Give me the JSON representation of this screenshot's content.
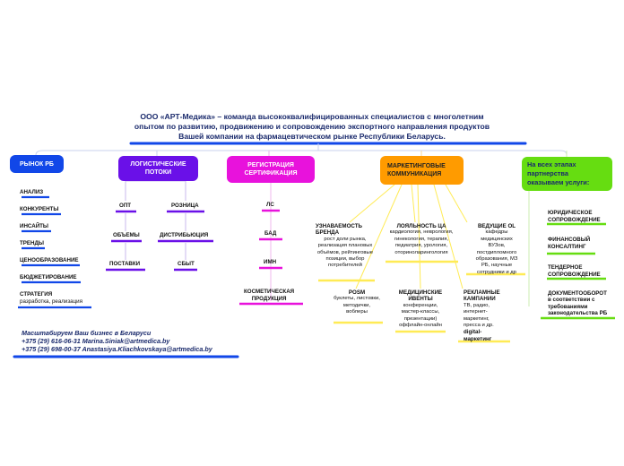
{
  "header": {
    "line1": "ООО «АРТ-Медика» – команда высококвалифицированных специалистов  с многолетним",
    "line2": "опытом по развитию, продвижению и сопровождению экспортного направления продуктов",
    "line3": "Вашей компании на фармацевтическом рынке Республики Беларусь."
  },
  "colors": {
    "blue": "#1147e8",
    "purple": "#6a10e8",
    "magenta": "#e812dc",
    "orange": "#ff9b00",
    "green": "#66dd11",
    "yellow": "#ffeb55"
  },
  "branches": {
    "market": {
      "title": "РЫНОК РБ",
      "items": [
        "АНАЛИЗ",
        "КОНКУРЕНТЫ",
        "ИНСАЙТЫ",
        "ТРЕНДЫ",
        "ЦЕНООБРАЗОВАНИЕ",
        "БЮДЖЕТИРОВАНИЕ"
      ],
      "strategy": {
        "title": "СТРАТЕГИЯ",
        "sub": "разработка, реализация"
      }
    },
    "logistics": {
      "title_line1": "ЛОГИСТИЧЕСКИЕ",
      "title_line2": "ПОТОКИ",
      "opt": "ОПТ",
      "opt_child": "ОБЪЕМЫ",
      "opt_grandchild": "ПОСТАВКИ",
      "retail": "РОЗНИЦА",
      "retail_child": "ДИСТРИБЬЮЦИЯ",
      "retail_grandchild": "СБЫТ"
    },
    "registration": {
      "title_line1": "РЕГИСТРАЦИЯ",
      "title_line2": "СЕРТИФИКАЦИЯ",
      "items": [
        "ЛС",
        "БАД",
        "ИМН"
      ],
      "last_line1": "КОСМЕТИЧЕСКАЯ",
      "last_line2": "ПРОДУКЦИЯ"
    },
    "marketing": {
      "title_line1": "МАРКЕТИНГОВЫЕ",
      "title_line2": "КОММУНИКАЦИЯ",
      "brand": {
        "title": "УЗНАВАЕМОСТЬ БРЕНДА",
        "body": "рост доли рынка, реализация плановых объёмов, рейтинговые позиции, выбор потребителей"
      },
      "loyalty": {
        "title": "ЛОЯЛЬНОСТЬ ЦА",
        "body": "кардиология, неврология, гинекология, терапия, педиатрия, урология, оториноларингология"
      },
      "kol": {
        "title": "ВЕДУЩИЕ OL",
        "body": "кафедры медицинских ВУЗов, постдипломного образования, МЗ РБ, научные сотрудники и др"
      },
      "posm": {
        "title": "POSM",
        "body": "буклеты, листовки, методички, воблеры"
      },
      "events": {
        "title": "МЕДИЦИНСКИЕ ИВЕНТЫ",
        "body": "конференции, мастер-классы, презентации) оффлайн-онлайн"
      },
      "ads": {
        "title": "РЕКЛАМНЫЕ КАМПАНИИ",
        "body": "ТВ, радио, интернет-маркетинг, пресса и др.",
        "extra": "digital-маркетинг"
      }
    },
    "partner": {
      "title_line1": "На всех этапах",
      "title_line2": "партнерства",
      "title_line3": "оказываем услуги:",
      "items": [
        {
          "line1": "ЮРИДИЧЕСКОЕ",
          "line2": "СОПРОВОЖДЕНИЕ"
        },
        {
          "line1": "ФИНАНСОВЫЙ",
          "line2": "КОНСАЛТИНГ"
        },
        {
          "line1": "ТЕНДЕРНОЕ",
          "line2": "СОПРОВОЖДЕНИЕ"
        },
        {
          "line1": "ДОКУМЕНТООБОРОТ",
          "line2": "в соответствии с",
          "line3": "требованиями",
          "line4": "законодательства РБ"
        }
      ]
    }
  },
  "contact": {
    "line1": "Масштабируем Ваш бизнес в Беларуси",
    "line2": "+375 (29) 616-06-31  Marina.Siniak@artmedica.by",
    "line3": "+375 (29) 698-00-37  Anastasiya.Kliachkovskaya@artmedica.by"
  }
}
